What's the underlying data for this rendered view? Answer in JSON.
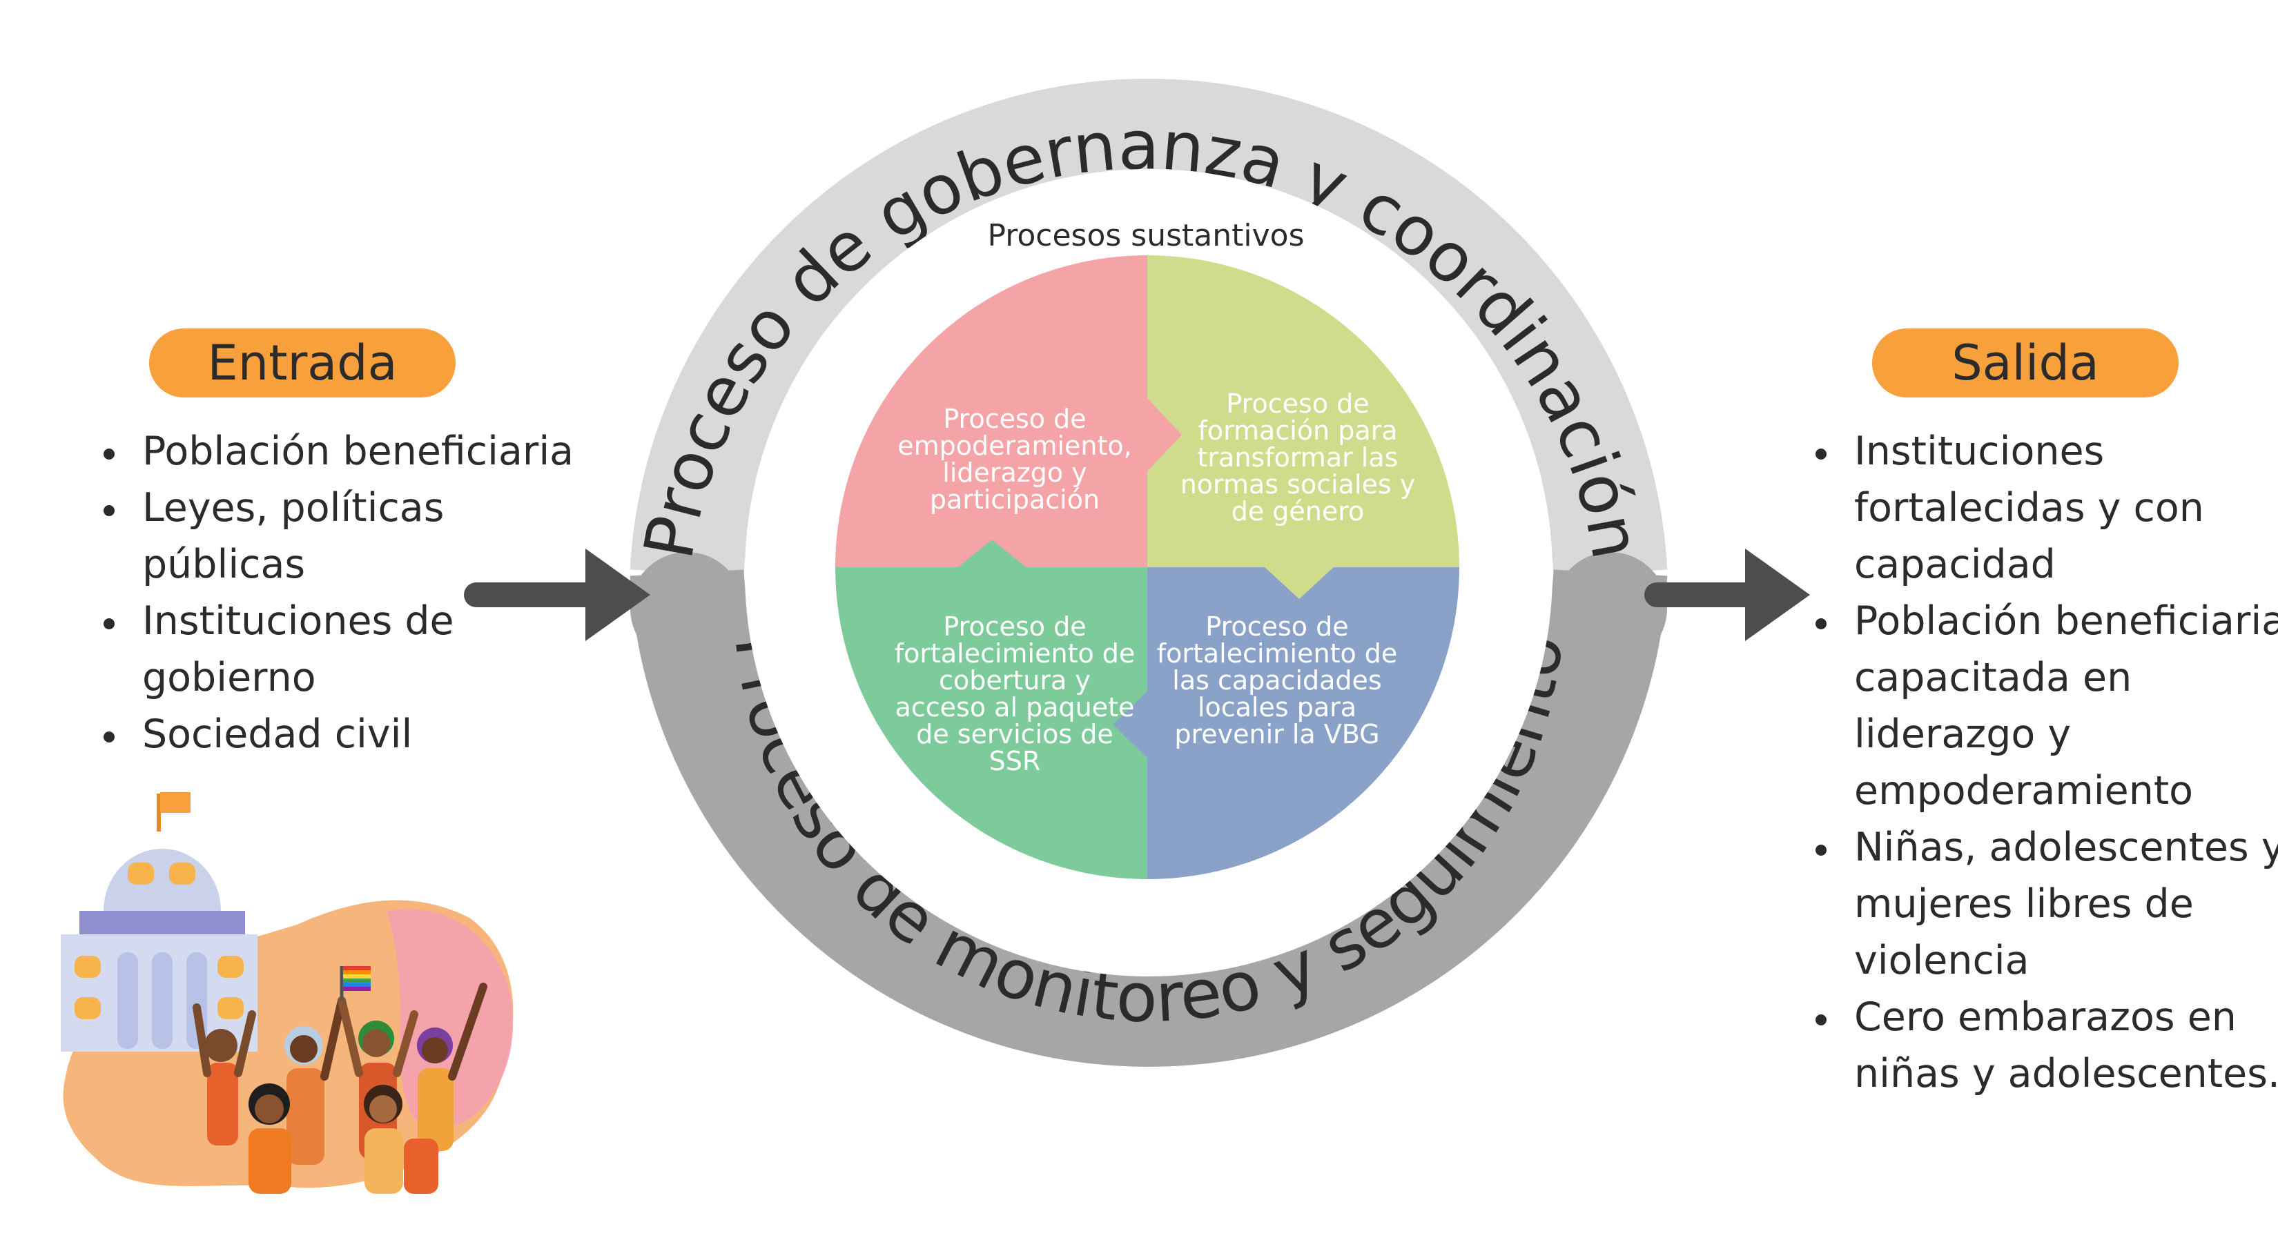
{
  "entrada": {
    "label": "Entrada",
    "items": [
      "Población beneficiaria",
      "Leyes, políticas públicas",
      "Instituciones de gobierno",
      "Sociedad civil"
    ]
  },
  "salida": {
    "label": "Salida",
    "items": [
      "Instituciones fortalecidas y con capacidad",
      "Población beneficiaria capacitada en liderazgo y empoderamiento",
      "Niñas, adolescentes y mujeres libres de violencia",
      "Cero embarazos en niñas y adolescentes."
    ]
  },
  "ring": {
    "top_label": "Proceso de gobernanza y coordinación",
    "bottom_label": "Proceso de monitoreo y seguimiento"
  },
  "center": {
    "title": "Procesos sustantivos",
    "quadrants": {
      "tl": "Proceso de empoderamiento, liderazgo y participación",
      "tr": "Proceso de formación para transformar las normas sociales y de género",
      "bl": "Proceso de fortalecimiento de cobertura y acceso al paquete de servicios de SSR",
      "br": "Proceso de fortalecimiento de las capacidades locales para prevenir la VBG"
    }
  },
  "colors": {
    "pill": "#f7a03c",
    "ring_top": "#d9d9d9",
    "ring_bottom": "#a6a6a6",
    "arrow": "#4d4d4d",
    "q_tl": "#f4a3a6",
    "q_tr": "#cfdc8c",
    "q_bl": "#7dcb9b",
    "q_br": "#8aa2c8"
  }
}
